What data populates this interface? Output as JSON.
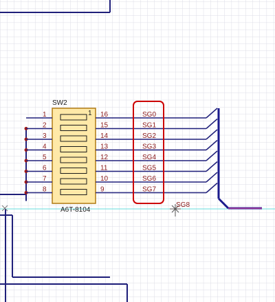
{
  "schematic": {
    "component": {
      "refdes": "SW2",
      "part": "A6T-8104",
      "corner_mark": "1"
    },
    "left_pins": [
      "1",
      "2",
      "3",
      "4",
      "5",
      "6",
      "7",
      "8"
    ],
    "right_pins": [
      "16",
      "15",
      "14",
      "13",
      "12",
      "11",
      "10",
      "9"
    ],
    "net_labels": [
      "SG0",
      "SG1",
      "SG2",
      "SG3",
      "SG4",
      "SG5",
      "SG6",
      "SG7"
    ],
    "cursor_net_label": "SG8",
    "colors": {
      "grid": "#dcdce6",
      "wire": "#1f1f7a",
      "bus": "#1a1a8c",
      "component_fill": "#ffe9a8",
      "component_stroke": "#b07a12",
      "pin_text": "#8b1a1a",
      "net_text": "#8b1a1a",
      "highlight": "#cc0000",
      "cursor_line": "#66dddd",
      "junction": "#a01818"
    },
    "icons": [
      "crosshair-cursor-icon"
    ]
  }
}
